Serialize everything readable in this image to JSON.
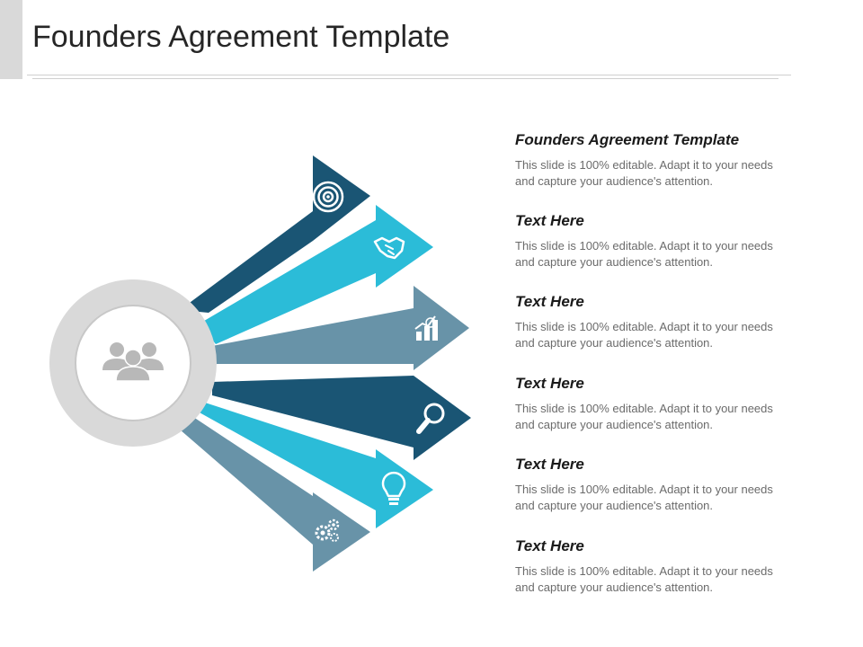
{
  "slide": {
    "title": "Founders Agreement Template"
  },
  "colors": {
    "dark_blue": "#1a5574",
    "cyan": "#2bbcd8",
    "slate": "#6893a8",
    "ring": "#d9d9d9",
    "people": "#b8b8b8"
  },
  "center_icon": "team-icon",
  "arrows": [
    {
      "color": "dark_blue",
      "icon": "target-icon"
    },
    {
      "color": "cyan",
      "icon": "handshake-icon"
    },
    {
      "color": "slate",
      "icon": "growth-chart-icon"
    },
    {
      "color": "dark_blue",
      "icon": "magnifier-icon"
    },
    {
      "color": "cyan",
      "icon": "lightbulb-icon"
    },
    {
      "color": "slate",
      "icon": "gears-icon"
    }
  ],
  "items": [
    {
      "heading": "Founders Agreement Template",
      "text": "This slide is 100% editable. Adapt it to your needs and capture your audience's attention."
    },
    {
      "heading": "Text Here",
      "text": "This slide is 100% editable. Adapt it to your needs and capture your audience's attention."
    },
    {
      "heading": "Text Here",
      "text": "This slide is 100% editable. Adapt it to your needs and capture your audience's attention."
    },
    {
      "heading": "Text Here",
      "text": "This slide is 100% editable. Adapt it to your needs and capture your audience's attention."
    },
    {
      "heading": "Text Here",
      "text": "This slide is 100% editable. Adapt it to your needs and capture your audience's attention."
    },
    {
      "heading": "Text Here",
      "text": "This slide is 100% editable. Adapt it to your needs and capture your audience's attention."
    }
  ]
}
